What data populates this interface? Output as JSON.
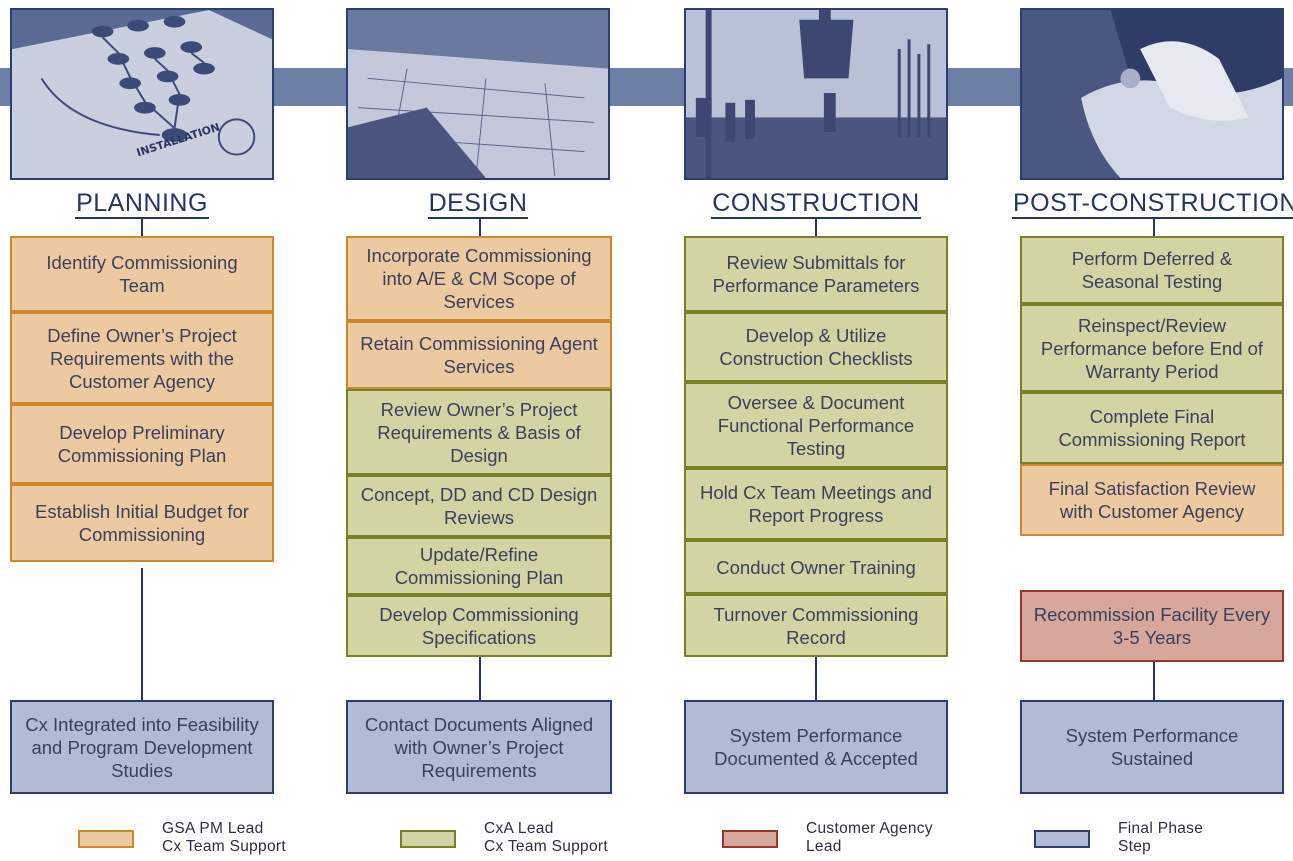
{
  "colors": {
    "orange_fill": "#ecc9a0",
    "orange_border": "#c98a2f",
    "olive_fill": "#d3d3a4",
    "olive_border": "#7c7e2a",
    "red_fill": "#d6a79a",
    "red_border": "#94392a",
    "blue_fill": "#b1bbd4",
    "blue_border": "#2c3d72",
    "title": "#26346a",
    "band": "#6e7fa6"
  },
  "photos": {
    "planning_label": "INSTALLATION"
  },
  "phases": [
    {
      "title": "PLANNING",
      "steps": [
        "Identify Commissioning Team",
        "Define Owner’s Project Requirements with the Customer Agency",
        "Develop Preliminary Commissioning Plan",
        "Establish Initial Budget for Commissioning"
      ],
      "outcome": "Cx Integrated into Feasibility and Program Development Studies"
    },
    {
      "title": "DESIGN",
      "steps": [
        "Incorporate Commissioning into A/E & CM Scope of Services",
        "Retain Commissioning Agent Services",
        "Review Owner’s Project Requirements & Basis of Design",
        "Concept, DD and CD Design Reviews",
        "Update/Refine Commissioning Plan",
        "Develop Commissioning Specifications"
      ],
      "outcome": "Contact Documents Aligned with Owner’s Project Requirements"
    },
    {
      "title": "CONSTRUCTION",
      "steps": [
        "Review Submittals for Performance Parameters",
        "Develop & Utilize Construction Checklists",
        "Oversee & Document Functional Performance Testing",
        "Hold Cx Team Meetings and Report Progress",
        "Conduct Owner Training",
        "Turnover Commissioning Record"
      ],
      "outcome": "System Performance Documented & Accepted"
    },
    {
      "title": "POST-CONSTRUCTION",
      "steps": [
        "Perform Deferred & Seasonal Testing",
        "Reinspect/Review Performance before End of Warranty Period",
        "Complete Final Commissioning Report",
        "Final Satisfaction Review with Customer Agency"
      ],
      "recommission": "Recommission Facility Every 3-5 Years",
      "outcome": "System Performance Sustained"
    }
  ],
  "legend": [
    {
      "line1": "GSA PM Lead",
      "line2": "Cx Team Support"
    },
    {
      "line1": "CxA Lead",
      "line2": "Cx Team Support"
    },
    {
      "line1": "Customer Agency",
      "line2": "Lead"
    },
    {
      "line1": "Final Phase",
      "line2": "Step"
    }
  ]
}
